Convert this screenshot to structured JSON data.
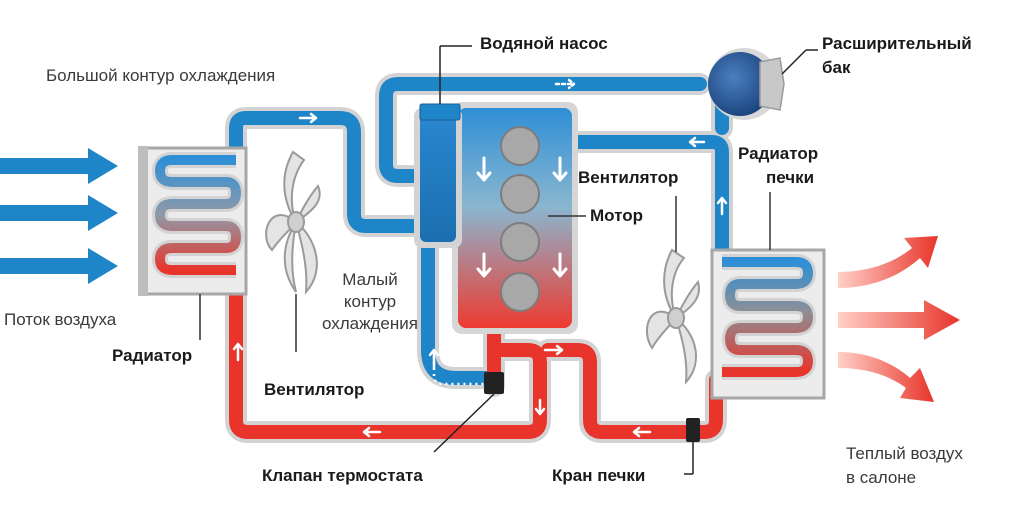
{
  "labels": {
    "water_pump": "Водяной насос",
    "expansion_tank_line1": "Расширительный",
    "expansion_tank_line2": "бак",
    "big_circuit": "Большой контур охлаждения",
    "heater_radiator_line1": "Радиатор",
    "heater_radiator_line2": "печки",
    "fan_right": "Вентилятор",
    "motor": "Мотор",
    "small_circuit_line1": "Малый",
    "small_circuit_line2": "контур",
    "small_circuit_line3": "охлаждения",
    "air_flow": "Поток воздуха",
    "radiator": "Радиатор",
    "fan_left": "Вентилятор",
    "thermostat_valve": "Клапан термостата",
    "heater_tap": "Кран печки",
    "warm_air_line1": "Теплый воздух",
    "warm_air_line2": "в салоне"
  },
  "colors": {
    "cold": "#1e86c8",
    "hot": "#e8342a",
    "pipe_outline": "#cfcfcf",
    "radiator_frame": "#a7a7a7",
    "tank": "#234f8d",
    "valve": "#222222"
  }
}
